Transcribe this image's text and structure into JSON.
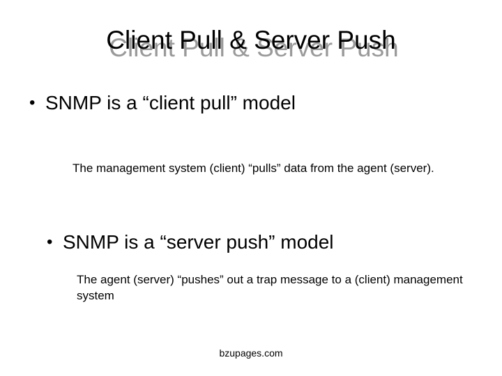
{
  "slide": {
    "title": "Client Pull & Server Push",
    "background_color": "#ffffff",
    "text_color": "#000000",
    "title_shadow_color": "#9a9a9a",
    "bullets": [
      {
        "glyph": "•",
        "text": "SNMP is a “client pull” model",
        "detail": "The management system (client) “pulls” data from the agent (server)."
      },
      {
        "glyph": "•",
        "text": "SNMP is a “server push” model",
        "detail": "The agent (server) “pushes” out a trap message to a (client) management system"
      }
    ],
    "footer": "bzupages.com"
  }
}
